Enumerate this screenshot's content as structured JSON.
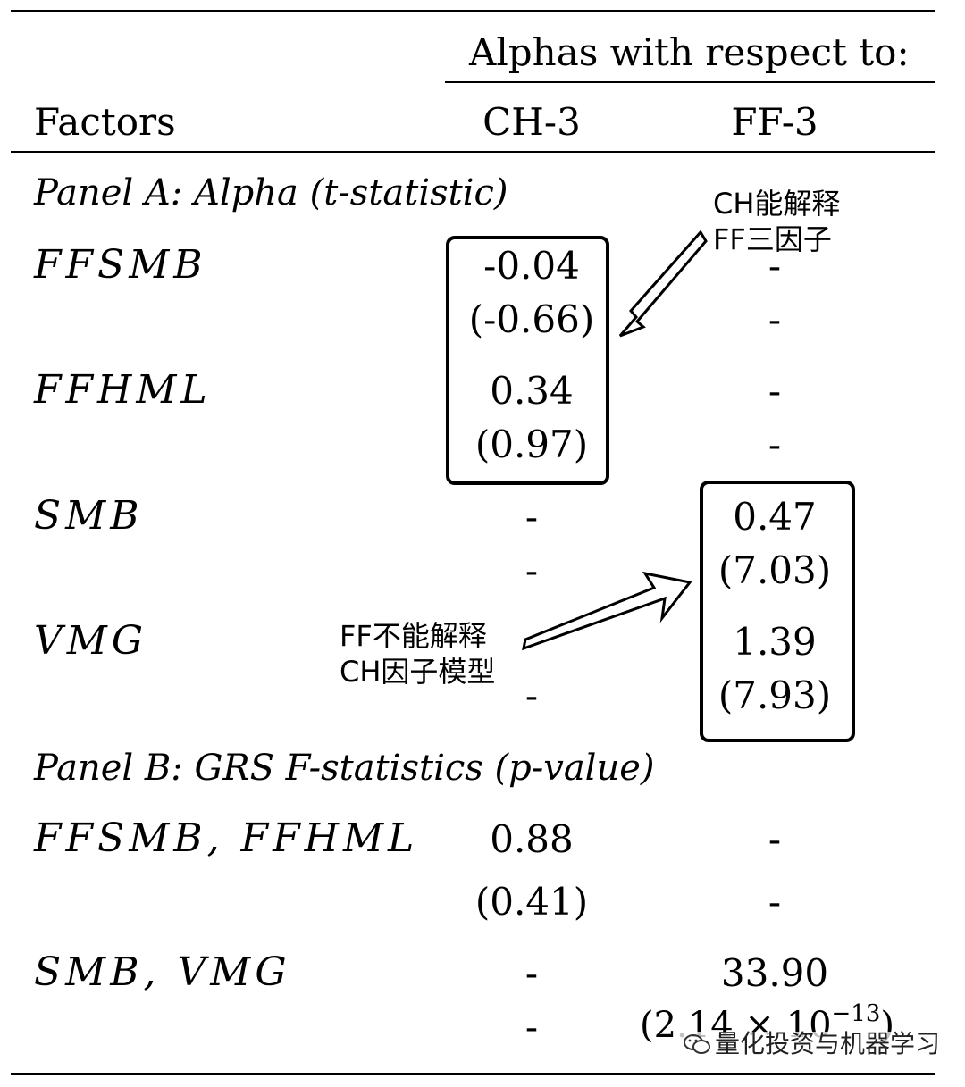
{
  "header": {
    "group_label": "Alphas with respect to:",
    "factors_label": "Factors",
    "col_ch3": "CH-3",
    "col_ff3": "FF-3"
  },
  "panel_a": {
    "title": "Panel A: Alpha (t-statistic)",
    "rows": [
      {
        "label": "FFSMB",
        "ch3": "-0.04",
        "ch3_sub": "(-0.66)",
        "ff3": "-",
        "ff3_sub": "-"
      },
      {
        "label": "FFHML",
        "ch3": "0.34",
        "ch3_sub": "(0.97)",
        "ff3": "-",
        "ff3_sub": "-"
      },
      {
        "label": "SMB",
        "ch3": "-",
        "ch3_sub": "-",
        "ff3": "0.47",
        "ff3_sub": "(7.03)"
      },
      {
        "label": "VMG",
        "ch3": "",
        "ch3_sub": "-",
        "ff3": "1.39",
        "ff3_sub": "(7.93)"
      }
    ]
  },
  "panel_b": {
    "title": "Panel B: GRS F-statistics (p-value)",
    "rows": [
      {
        "label": "FFSMB, FFHML",
        "ch3": "0.88",
        "ch3_sub": "(0.41)",
        "ff3": "-",
        "ff3_sub": "-"
      },
      {
        "label": "SMB, VMG",
        "ch3": "-",
        "ch3_sub": "-",
        "ff3": "33.90",
        "ff3_sub_prefix": "(2.14 × 10",
        "ff3_sub_exp": "−13",
        "ff3_sub_suffix": ")"
      }
    ]
  },
  "annotations": {
    "top_line1": "CH能解释",
    "top_line2": "FF三因子",
    "mid_line1": "FF不能解释",
    "mid_line2": "CH因子模型"
  },
  "watermark": {
    "icon": "wechat-icon",
    "text": "量化投资与机器学习"
  }
}
